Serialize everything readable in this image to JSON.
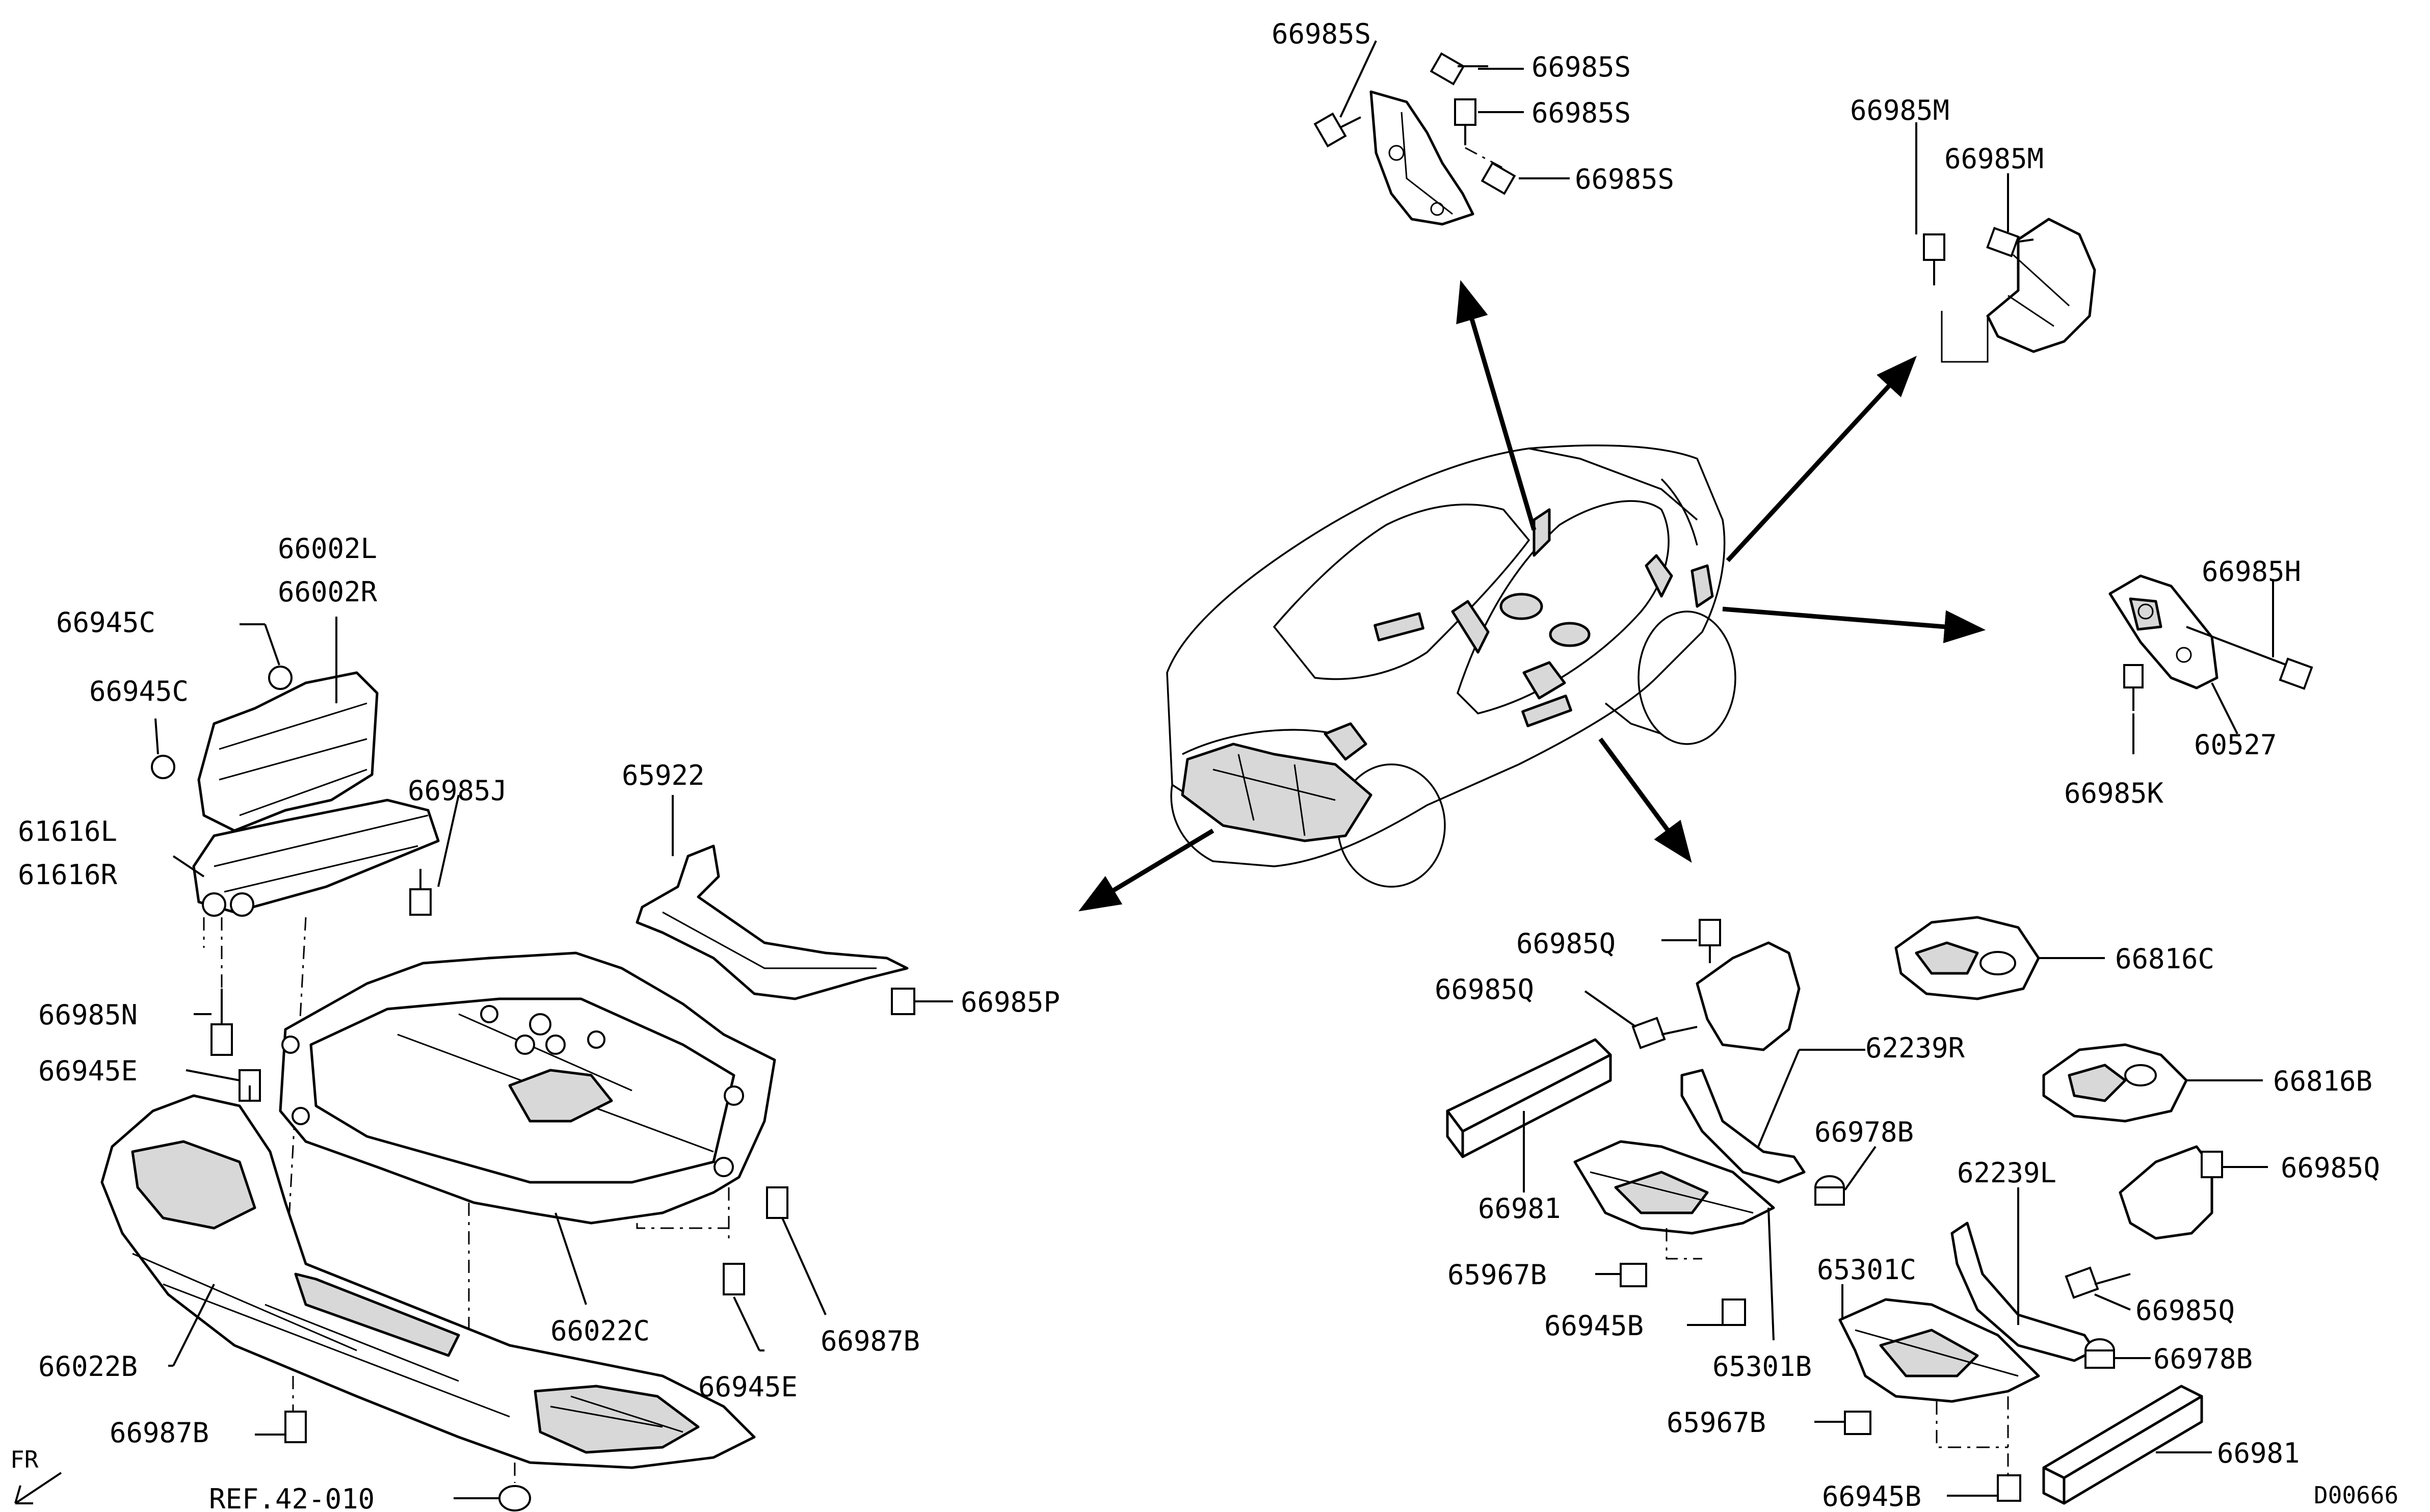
{
  "labels": {
    "p66985S_a": "66985S",
    "p66985S_b": "66985S",
    "p66985S_c": "66985S",
    "p66985S_d": "66985S",
    "p66985M_a": "66985M",
    "p66985M_b": "66985M",
    "p66985H": "66985H",
    "p60527": "60527",
    "p66985K": "66985K",
    "p66002L": "66002L",
    "p66002R": "66002R",
    "p66945C_a": "66945C",
    "p66945C_b": "66945C",
    "p66985J": "66985J",
    "p61616L": "61616L",
    "p61616R": "61616R",
    "p65922": "65922",
    "p66985N": "66985N",
    "p66985P": "66985P",
    "p66945E_a": "66945E",
    "p66945E_b": "66945E",
    "p66022C": "66022C",
    "p66987B_a": "66987B",
    "p66987B_b": "66987B",
    "p66022B": "66022B",
    "ref": "REF.42-010",
    "fr": "FR",
    "p66985Q_a": "66985Q",
    "p66985Q_b": "66985Q",
    "p66985Q_c": "66985Q",
    "p66985Q_d": "66985Q",
    "p66816C": "66816C",
    "p66816B": "66816B",
    "p62239R": "62239R",
    "p62239L": "62239L",
    "p66978B_a": "66978B",
    "p66978B_b": "66978B",
    "p66981_a": "66981",
    "p66981_b": "66981",
    "p65967B_a": "65967B",
    "p65967B_b": "65967B",
    "p66945B_a": "66945B",
    "p66945B_b": "66945B",
    "p65301B": "65301B",
    "p65301C": "65301C",
    "diagram_id": "D00666"
  }
}
